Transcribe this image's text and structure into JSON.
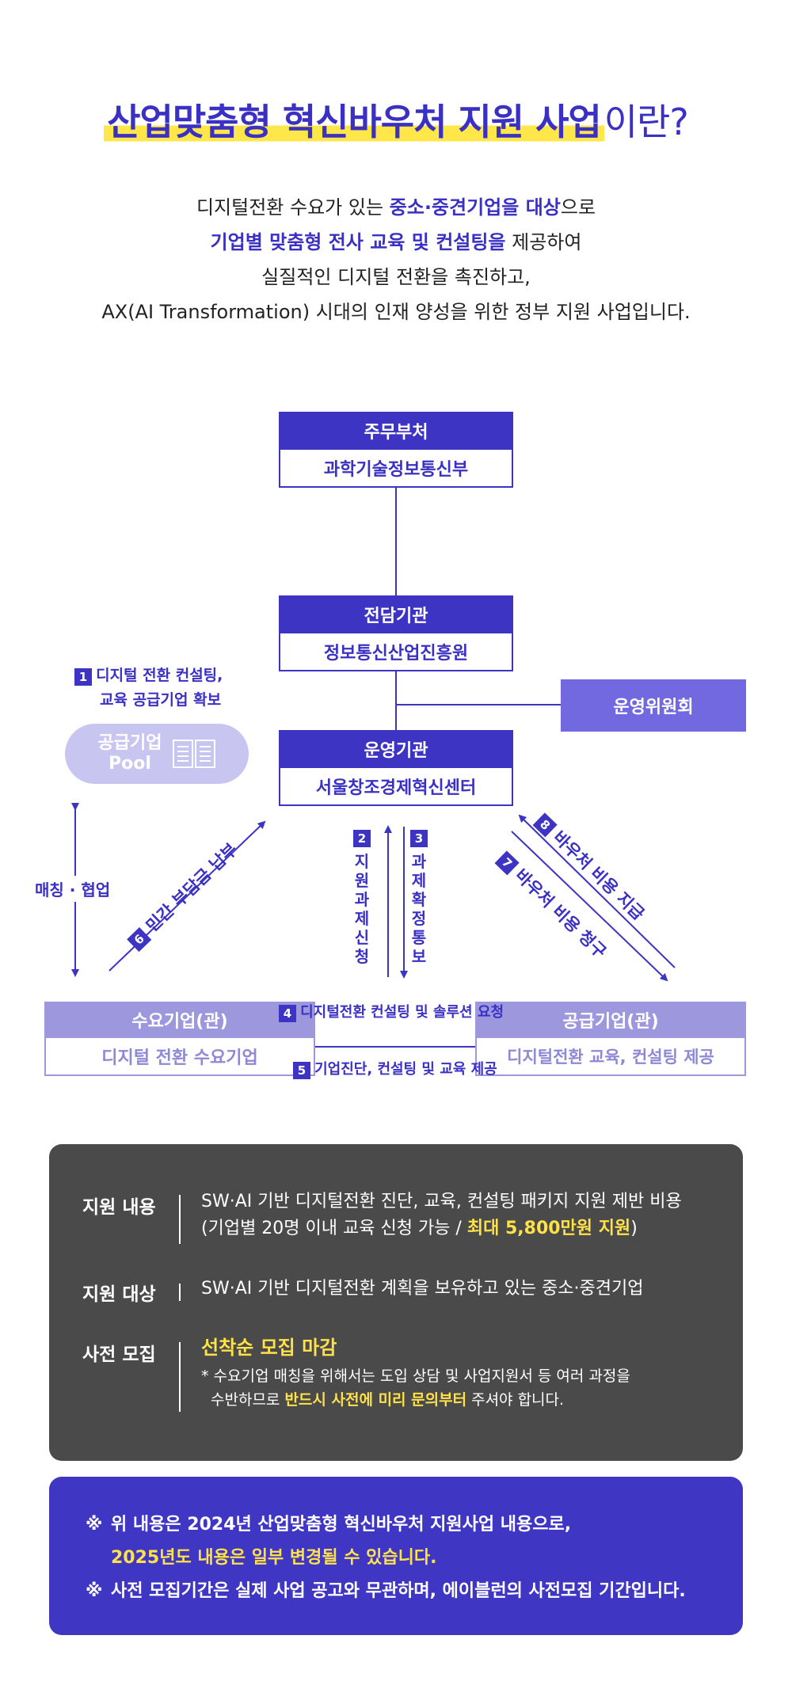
{
  "title": {
    "highlight": "산업맞춤형 혁신바우처 지원 사업",
    "tail": "이란?"
  },
  "intro": {
    "l1_pre": "디지털전환 수요가 있는 ",
    "l1_em": "중소·중견기업을 대상",
    "l1_post": "으로",
    "l2_em": "기업별 맞춤형 전사 교육 및 컨설팅을",
    "l2_post": " 제공하여",
    "l3": "실질적인 디지털 전환을 촉진하고,",
    "l4": "AX(AI Transformation) 시대의 인재 양성을 위한 정부 지원 사업입니다."
  },
  "diagram": {
    "ministry": {
      "head": "주무부처",
      "body": "과학기술정보통신부"
    },
    "agency": {
      "head": "전담기관",
      "body": "정보통신산업진흥원"
    },
    "operator": {
      "head": "운영기관",
      "body": "서울창조경제혁신센터"
    },
    "committee": "운영위원회",
    "pool": {
      "line1": "공급기업",
      "line2": "Pool"
    },
    "demand": {
      "head": "수요기업(관)",
      "body": "디지털 전환 수요기업"
    },
    "supply": {
      "head": "공급기업(관)",
      "body": "디지털전환 교육, 컨설팅 제공"
    },
    "steps": {
      "s1_num": "1",
      "s1_line1": "디지털 전환 컨설팅,",
      "s1_line2": "교육 공급기업 확보",
      "s2_num": "2",
      "s2_text": [
        "지",
        "원",
        "과",
        "제",
        "신",
        "청"
      ],
      "s3_num": "3",
      "s3_text": [
        "과",
        "제",
        "확",
        "정",
        "통",
        "보"
      ],
      "s4_num": "4",
      "s4_text": "디지털전환 컨설팅 및 솔루션 요청",
      "s5_num": "5",
      "s5_text": "기업진단, 컨설팅 및 교육 제공",
      "s6_num": "6",
      "s6_text": "민간 부담금 납부",
      "s7_num": "7",
      "s7_text": "바우처 비용 청구",
      "s8_num": "8",
      "s8_text": "바우처 비용 지급"
    },
    "matching": "매칭 · 협업"
  },
  "info": {
    "support_key": "지원 내용",
    "support_l1": "SW·AI 기반 디지털전환 진단, 교육, 컨설팅 패키지 지원 제반 비용",
    "support_l2_pre": "(기업별 20명 이내 교육 신청 가능 / ",
    "support_l2_em": "최대 5,800만원 지원",
    "support_l2_post": ")",
    "target_key": "지원 대상",
    "target_val": "SW·AI 기반 디지털전환 계획을 보유하고 있는 중소·중견기업",
    "recruit_key": "사전 모집",
    "recruit_em": "선착순 모집 마감",
    "recruit_note1": "* 수요기업 매칭을 위해서는 도입 상담 및 사업지원서 등 여러 과정을",
    "recruit_note2_pre": "수반하므로 ",
    "recruit_note2_em": "반드시 사전에 미리 문의부터",
    "recruit_note2_post": " 주셔야 합니다."
  },
  "notice": {
    "star": "※",
    "l1": "위 내용은 2024년 산업맞춤형 혁신바우처 지원사업 내용으로,",
    "l2": "2025년도 내용은 일부 변경될 수 있습니다.",
    "l3": "사전 모집기간은 실제 사업 공고와 무관하며, 에이블런의 사전모집 기간입니다."
  },
  "colors": {
    "primary": "#3d34c4",
    "light": "#9d97dd",
    "highlight": "#ffe74a",
    "dark_panel": "#4a4a4a",
    "accent_yellow": "#ffe148"
  }
}
